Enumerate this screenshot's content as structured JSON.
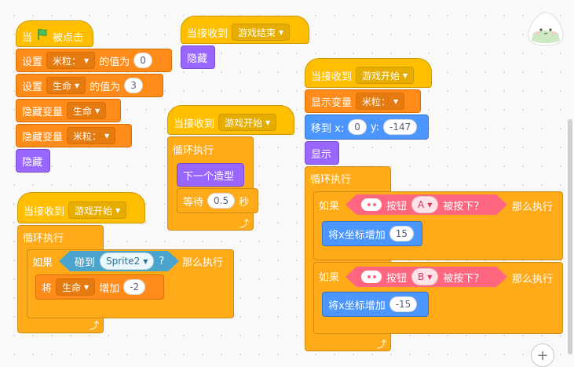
{
  "script1": {
    "when": "当",
    "clicked": "被点击",
    "set1_a": "设置",
    "set1_var": "米粒：",
    "set1_b": "的值为",
    "set1_val": "0",
    "set2_a": "设置",
    "set2_var": "生命",
    "set2_b": "的值为",
    "set2_val": "3",
    "hide_var_1": "隐藏变量",
    "hide_var_1_name": "生命",
    "hide_var_2": "隐藏变量",
    "hide_var_2_name": "米粒：",
    "hide": "隐藏"
  },
  "script2": {
    "receive": "当接收到",
    "msg": "游戏结束",
    "hide": "隐藏"
  },
  "script3": {
    "receive": "当接收到",
    "msg": "游戏开始",
    "forever": "循环执行",
    "next_costume": "下一个造型",
    "wait": "等待",
    "wait_val": "0.5",
    "sec": "秒"
  },
  "script4": {
    "receive": "当接收到",
    "msg": "游戏开始",
    "forever": "循环执行",
    "if": "如果",
    "touch": "碰到",
    "sprite": "Sprite2",
    "q": "?",
    "then": "那么执行",
    "change": "将",
    "change_var": "生命",
    "change_by": "增加",
    "change_val": "-2"
  },
  "script5": {
    "receive": "当接收到",
    "msg": "游戏开始",
    "show_var": "显示变量",
    "show_var_name": "米粒：",
    "goto": "移到 x:",
    "x": "0",
    "y_label": "y:",
    "y": "-147",
    "show": "显示",
    "forever": "循环执行",
    "if1": "如果",
    "btn1": "按钮",
    "btn1_key": "A",
    "pressed1": "被按下？",
    "then1": "那么执行",
    "changex1": "将x坐标增加",
    "changex1_val": "15",
    "if2": "如果",
    "btn2": "按钮",
    "btn2_key": "B",
    "pressed2": "被按下？",
    "then2": "那么执行",
    "changex2": "将x坐标增加",
    "changex2_val": "-15"
  },
  "ui": {
    "zoom_in": "+"
  },
  "colors": {
    "events": "#ffbf00",
    "control": "#ffab19",
    "variables": "#ff8c1a",
    "motion": "#4c97ff",
    "looks": "#9966ff",
    "sensing": "#5cb1d6",
    "extension": "#ff6680"
  },
  "icons": {
    "flag": "green-flag-icon",
    "loop": "loop-arrow-icon",
    "robot": "robot-face-icon",
    "dropdown": "chevron-down-icon",
    "mascot": "mascot-icon",
    "zoom": "zoom-in-icon"
  }
}
